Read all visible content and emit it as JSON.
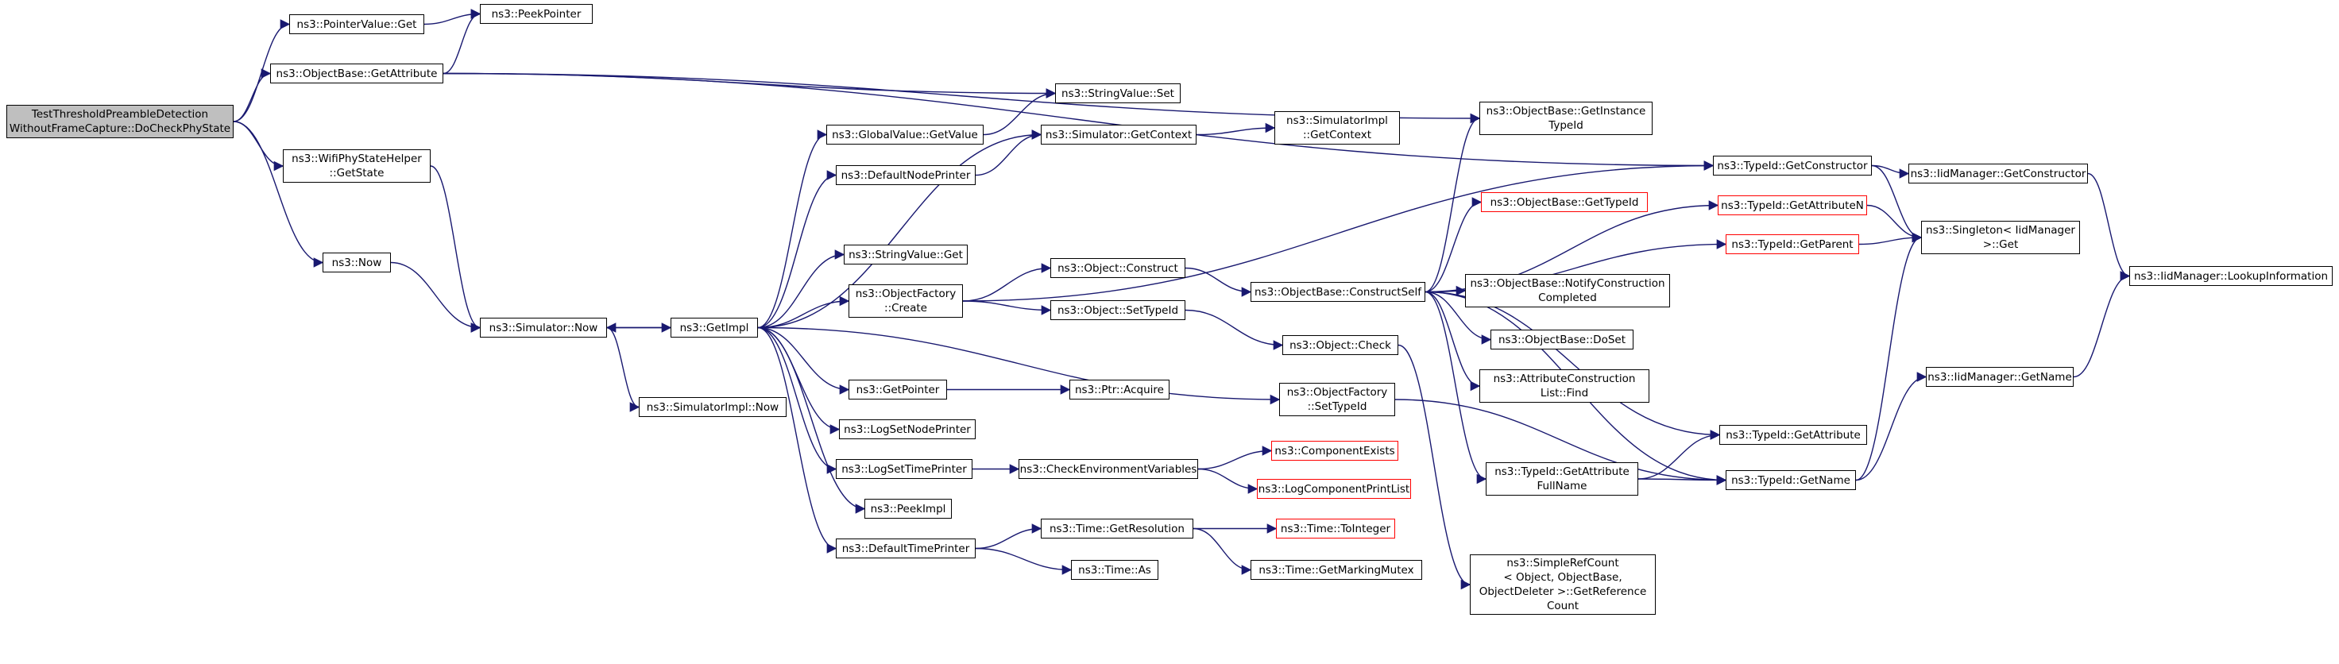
{
  "nodes": [
    {
      "id": "root",
      "label": "TestThresholdPreambleDetection\nWithoutFrameCapture::DoCheckPhyState",
      "kind": "root"
    },
    {
      "id": "pvget",
      "label": "ns3::PointerValue::Get"
    },
    {
      "id": "peekptr",
      "label": "ns3::PeekPointer"
    },
    {
      "id": "obgetattr",
      "label": "ns3::ObjectBase::GetAttribute"
    },
    {
      "id": "wifiphy",
      "label": "ns3::WifiPhyStateHelper\n::GetState"
    },
    {
      "id": "now",
      "label": "ns3::Now"
    },
    {
      "id": "simnow",
      "label": "ns3::Simulator::Now"
    },
    {
      "id": "simimplnow",
      "label": "ns3::SimulatorImpl::Now"
    },
    {
      "id": "getimpl",
      "label": "ns3::GetImpl"
    },
    {
      "id": "gvget",
      "label": "ns3::GlobalValue::GetValue"
    },
    {
      "id": "svset",
      "label": "ns3::StringValue::Set"
    },
    {
      "id": "defnode",
      "label": "ns3::DefaultNodePrinter"
    },
    {
      "id": "simctx",
      "label": "ns3::Simulator::GetContext"
    },
    {
      "id": "simimplctx",
      "label": "ns3::SimulatorImpl\n::GetContext"
    },
    {
      "id": "svget",
      "label": "ns3::StringValue::Get"
    },
    {
      "id": "ofcreate",
      "label": "ns3::ObjectFactory\n::Create"
    },
    {
      "id": "objconstruct",
      "label": "ns3::Object::Construct"
    },
    {
      "id": "objsettype",
      "label": "ns3::Object::SetTypeId"
    },
    {
      "id": "obconstructself",
      "label": "ns3::ObjectBase::ConstructSelf"
    },
    {
      "id": "objcheck",
      "label": "ns3::Object::Check"
    },
    {
      "id": "ofsettype",
      "label": "ns3::ObjectFactory\n::SetTypeId"
    },
    {
      "id": "getpointer",
      "label": "ns3::GetPointer"
    },
    {
      "id": "ptracquire",
      "label": "ns3::Ptr::Acquire"
    },
    {
      "id": "lognode",
      "label": "ns3::LogSetNodePrinter"
    },
    {
      "id": "logtime",
      "label": "ns3::LogSetTimePrinter"
    },
    {
      "id": "checkenv",
      "label": "ns3::CheckEnvironmentVariables"
    },
    {
      "id": "compexists",
      "label": "ns3::ComponentExists",
      "kind": "red"
    },
    {
      "id": "logcomplist",
      "label": "ns3::LogComponentPrintList",
      "kind": "red"
    },
    {
      "id": "peekimpl",
      "label": "ns3::PeekImpl"
    },
    {
      "id": "deftime",
      "label": "ns3::DefaultTimePrinter"
    },
    {
      "id": "timeres",
      "label": "ns3::Time::GetResolution"
    },
    {
      "id": "timetoint",
      "label": "ns3::Time::ToInteger",
      "kind": "red"
    },
    {
      "id": "timeas",
      "label": "ns3::Time::As"
    },
    {
      "id": "timemutex",
      "label": "ns3::Time::GetMarkingMutex"
    },
    {
      "id": "obinsttype",
      "label": "ns3::ObjectBase::GetInstance\nTypeId"
    },
    {
      "id": "obgettype",
      "label": "ns3::ObjectBase::GetTypeId",
      "kind": "red"
    },
    {
      "id": "obnotify",
      "label": "ns3::ObjectBase::NotifyConstruction\nCompleted"
    },
    {
      "id": "obdoset",
      "label": "ns3::ObjectBase::DoSet"
    },
    {
      "id": "attrfind",
      "label": "ns3::AttributeConstruction\nList::Find"
    },
    {
      "id": "tidattrfull",
      "label": "ns3::TypeId::GetAttribute\nFullName"
    },
    {
      "id": "simplerefcount",
      "label": "ns3::SimpleRefCount\n< Object, ObjectBase,\n ObjectDeleter >::GetReference\nCount"
    },
    {
      "id": "tidgetctor",
      "label": "ns3::TypeId::GetConstructor"
    },
    {
      "id": "tidattrn",
      "label": "ns3::TypeId::GetAttributeN",
      "kind": "red"
    },
    {
      "id": "tidparent",
      "label": "ns3::TypeId::GetParent",
      "kind": "red"
    },
    {
      "id": "tidgetattr",
      "label": "ns3::TypeId::GetAttribute"
    },
    {
      "id": "tidname",
      "label": "ns3::TypeId::GetName"
    },
    {
      "id": "iidctor",
      "label": "ns3::IidManager::GetConstructor"
    },
    {
      "id": "singleton",
      "label": "ns3::Singleton< IidManager\n >::Get"
    },
    {
      "id": "iidname",
      "label": "ns3::IidManager::GetName"
    },
    {
      "id": "iidlookup",
      "label": "ns3::IidManager::LookupInformation"
    }
  ]
}
